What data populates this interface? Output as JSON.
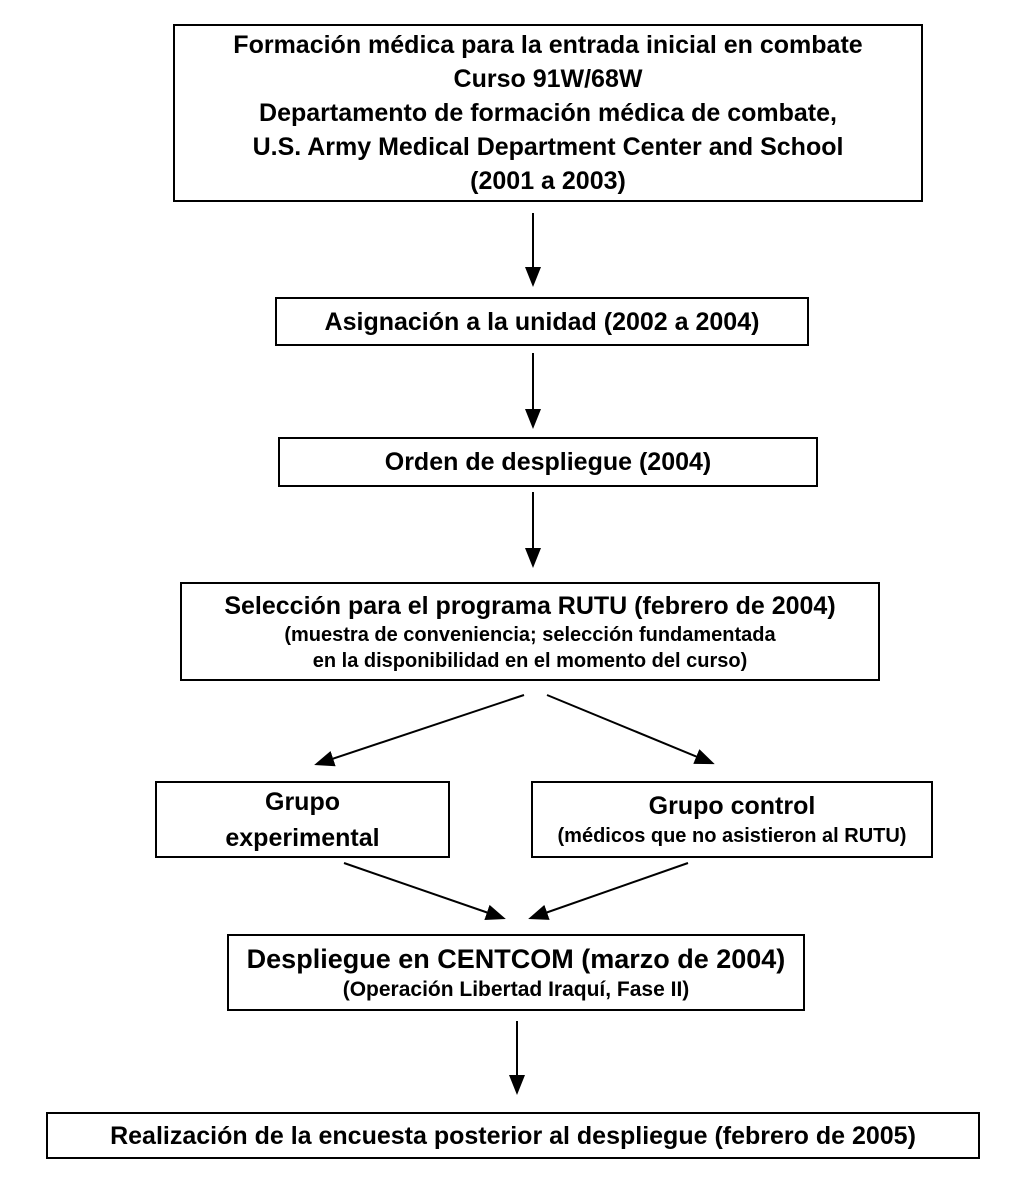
{
  "colors": {
    "line": "#000000",
    "box_background": "#ffffff",
    "text": "#000000"
  },
  "boxes": {
    "training": {
      "lines": [
        "Formación médica para la entrada inicial en combate",
        "Curso 91W/68W",
        "Departamento de formación médica de combate,",
        "U.S. Army Medical Department Center and School",
        "(2001 a 2003)"
      ]
    },
    "unit_assignment": {
      "label": "Asignación a la unidad (2002 a 2004)"
    },
    "deployment_order": {
      "label": "Orden de despliegue (2004)"
    },
    "rutu_selection": {
      "title": "Selección para el programa RUTU (febrero de 2004)",
      "note_lines": [
        "(muestra de conveniencia; selección fundamentada",
        "en la disponibilidad en el momento del curso)"
      ]
    },
    "experimental_group": {
      "lines": [
        "Grupo",
        "experimental"
      ]
    },
    "control_group": {
      "title": "Grupo control",
      "note": "(médicos que no asistieron al RUTU)"
    },
    "centcom_deployment": {
      "title": "Despliegue en CENTCOM (marzo de 2004)",
      "note": "(Operación Libertad Iraquí, Fase II)"
    },
    "post_survey": {
      "label": "Realización de la encuesta posterior al despliegue (febrero de 2005)"
    }
  }
}
